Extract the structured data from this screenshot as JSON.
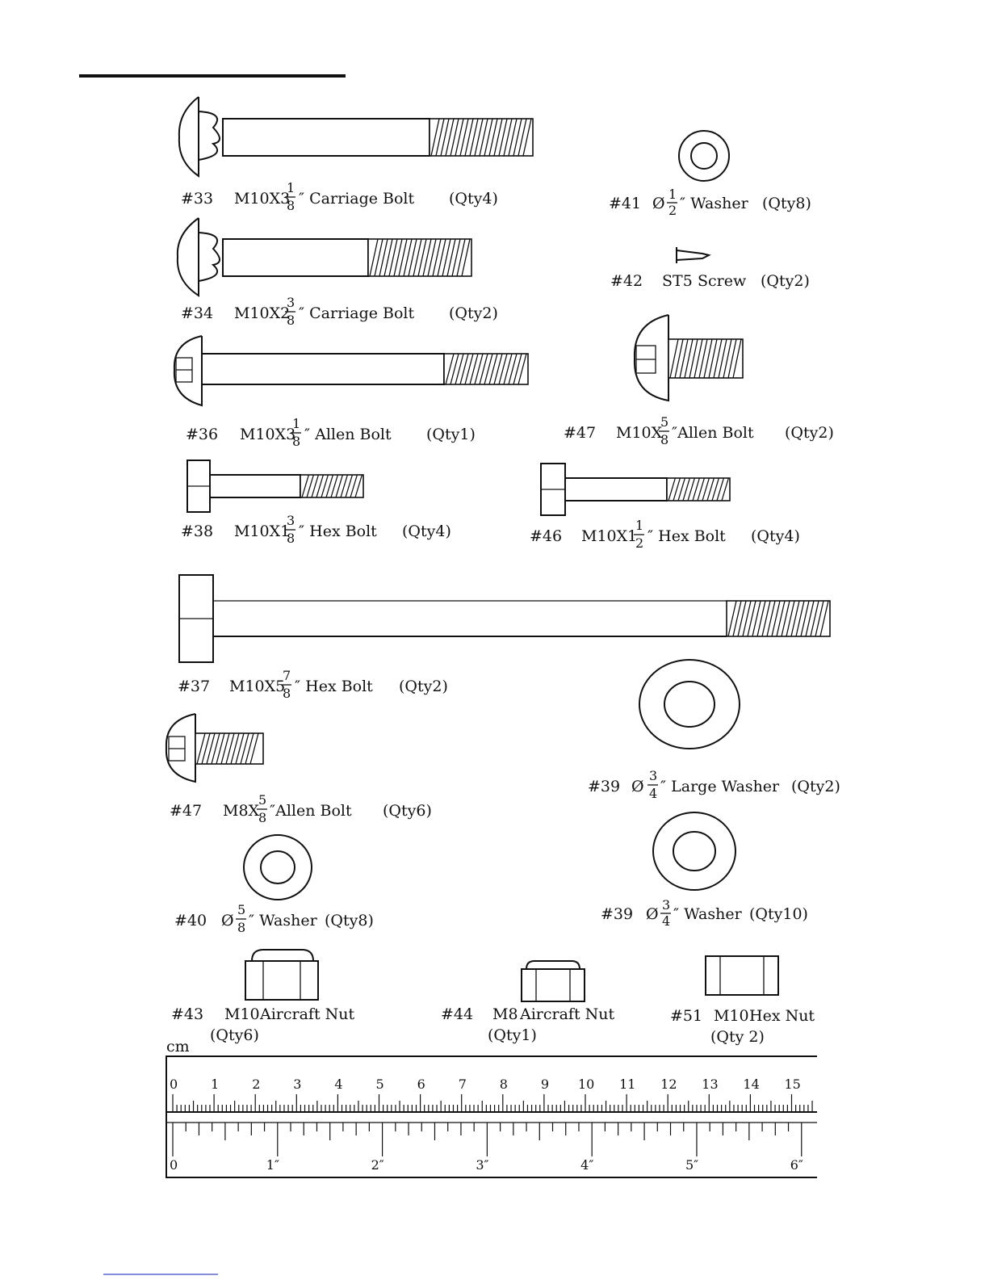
{
  "parts": [
    {
      "num": "#33",
      "size_pre": "M10X3",
      "frac_n": "1",
      "frac_d": "8",
      "name": "″ Carriage Bolt",
      "qty": "(Qty4)"
    },
    {
      "num": "#34",
      "size_pre": "M10X2",
      "frac_n": "3",
      "frac_d": "8",
      "name": "″ Carriage Bolt",
      "qty": "(Qty2)"
    },
    {
      "num": "#36",
      "size_pre": "M10X3",
      "frac_n": "1",
      "frac_d": "8",
      "name": "″ Allen Bolt",
      "qty": "(Qty1)"
    },
    {
      "num": "#38",
      "size_pre": "M10X1",
      "frac_n": "3",
      "frac_d": "8",
      "name": "″ Hex Bolt",
      "qty": "(Qty4)"
    },
    {
      "num": "#37",
      "size_pre": "M10X5",
      "frac_n": "7",
      "frac_d": "8",
      "name": "″ Hex Bolt",
      "qty": "(Qty2)"
    },
    {
      "num": "#47",
      "size_pre": "M8X",
      "frac_n": "5",
      "frac_d": "8",
      "name": "″Allen Bolt",
      "qty": "(Qty6)"
    },
    {
      "num": "#40",
      "size_pre": "Ø",
      "frac_n": "5",
      "frac_d": "8",
      "name": "″ Washer",
      "qty": "(Qty8)"
    },
    {
      "num": "#41",
      "size_pre": "Ø",
      "frac_n": "1",
      "frac_d": "2",
      "name": "″ Washer",
      "qty": "(Qty8)"
    },
    {
      "num": "#42",
      "size_pre": "ST5",
      "frac_n": "",
      "frac_d": "",
      "name": "Screw",
      "qty": "(Qty2)"
    },
    {
      "num": "#47",
      "size_pre": "M10X",
      "frac_n": "5",
      "frac_d": "8",
      "name": "″Allen Bolt",
      "qty": "(Qty2)"
    },
    {
      "num": "#46",
      "size_pre": "M10X1",
      "frac_n": "1",
      "frac_d": "2",
      "name": "″ Hex Bolt",
      "qty": "(Qty4)"
    },
    {
      "num": "#39",
      "size_pre": "Ø",
      "frac_n": "3",
      "frac_d": "4",
      "name": "″ Large Washer",
      "qty": "(Qty2)"
    },
    {
      "num": "#39",
      "size_pre": "Ø",
      "frac_n": "3",
      "frac_d": "4",
      "name": "″ Washer",
      "qty": "(Qty10)"
    },
    {
      "num": "#43",
      "size_pre": "M10",
      "frac_n": "",
      "frac_d": "",
      "name": "Aircraft Nut",
      "qty": "(Qty6)"
    },
    {
      "num": "#44",
      "size_pre": "M8",
      "frac_n": "",
      "frac_d": "",
      "name": "Aircraft Nut",
      "qty": "(Qty1)"
    },
    {
      "num": "#51",
      "size_pre": "M10",
      "frac_n": "",
      "frac_d": "",
      "name": "Hex Nut",
      "qty": "(Qty 2)"
    }
  ],
  "ruler": {
    "cm_unit": "cm",
    "cm_labels": [
      "0",
      "1",
      "2",
      "3",
      "4",
      "5",
      "6",
      "7",
      "8",
      "9",
      "10",
      "11",
      "12",
      "13",
      "14",
      "15"
    ],
    "inch_labels": [
      "0",
      "1″",
      "2″",
      "3″",
      "4″",
      "5″",
      "6″"
    ]
  }
}
